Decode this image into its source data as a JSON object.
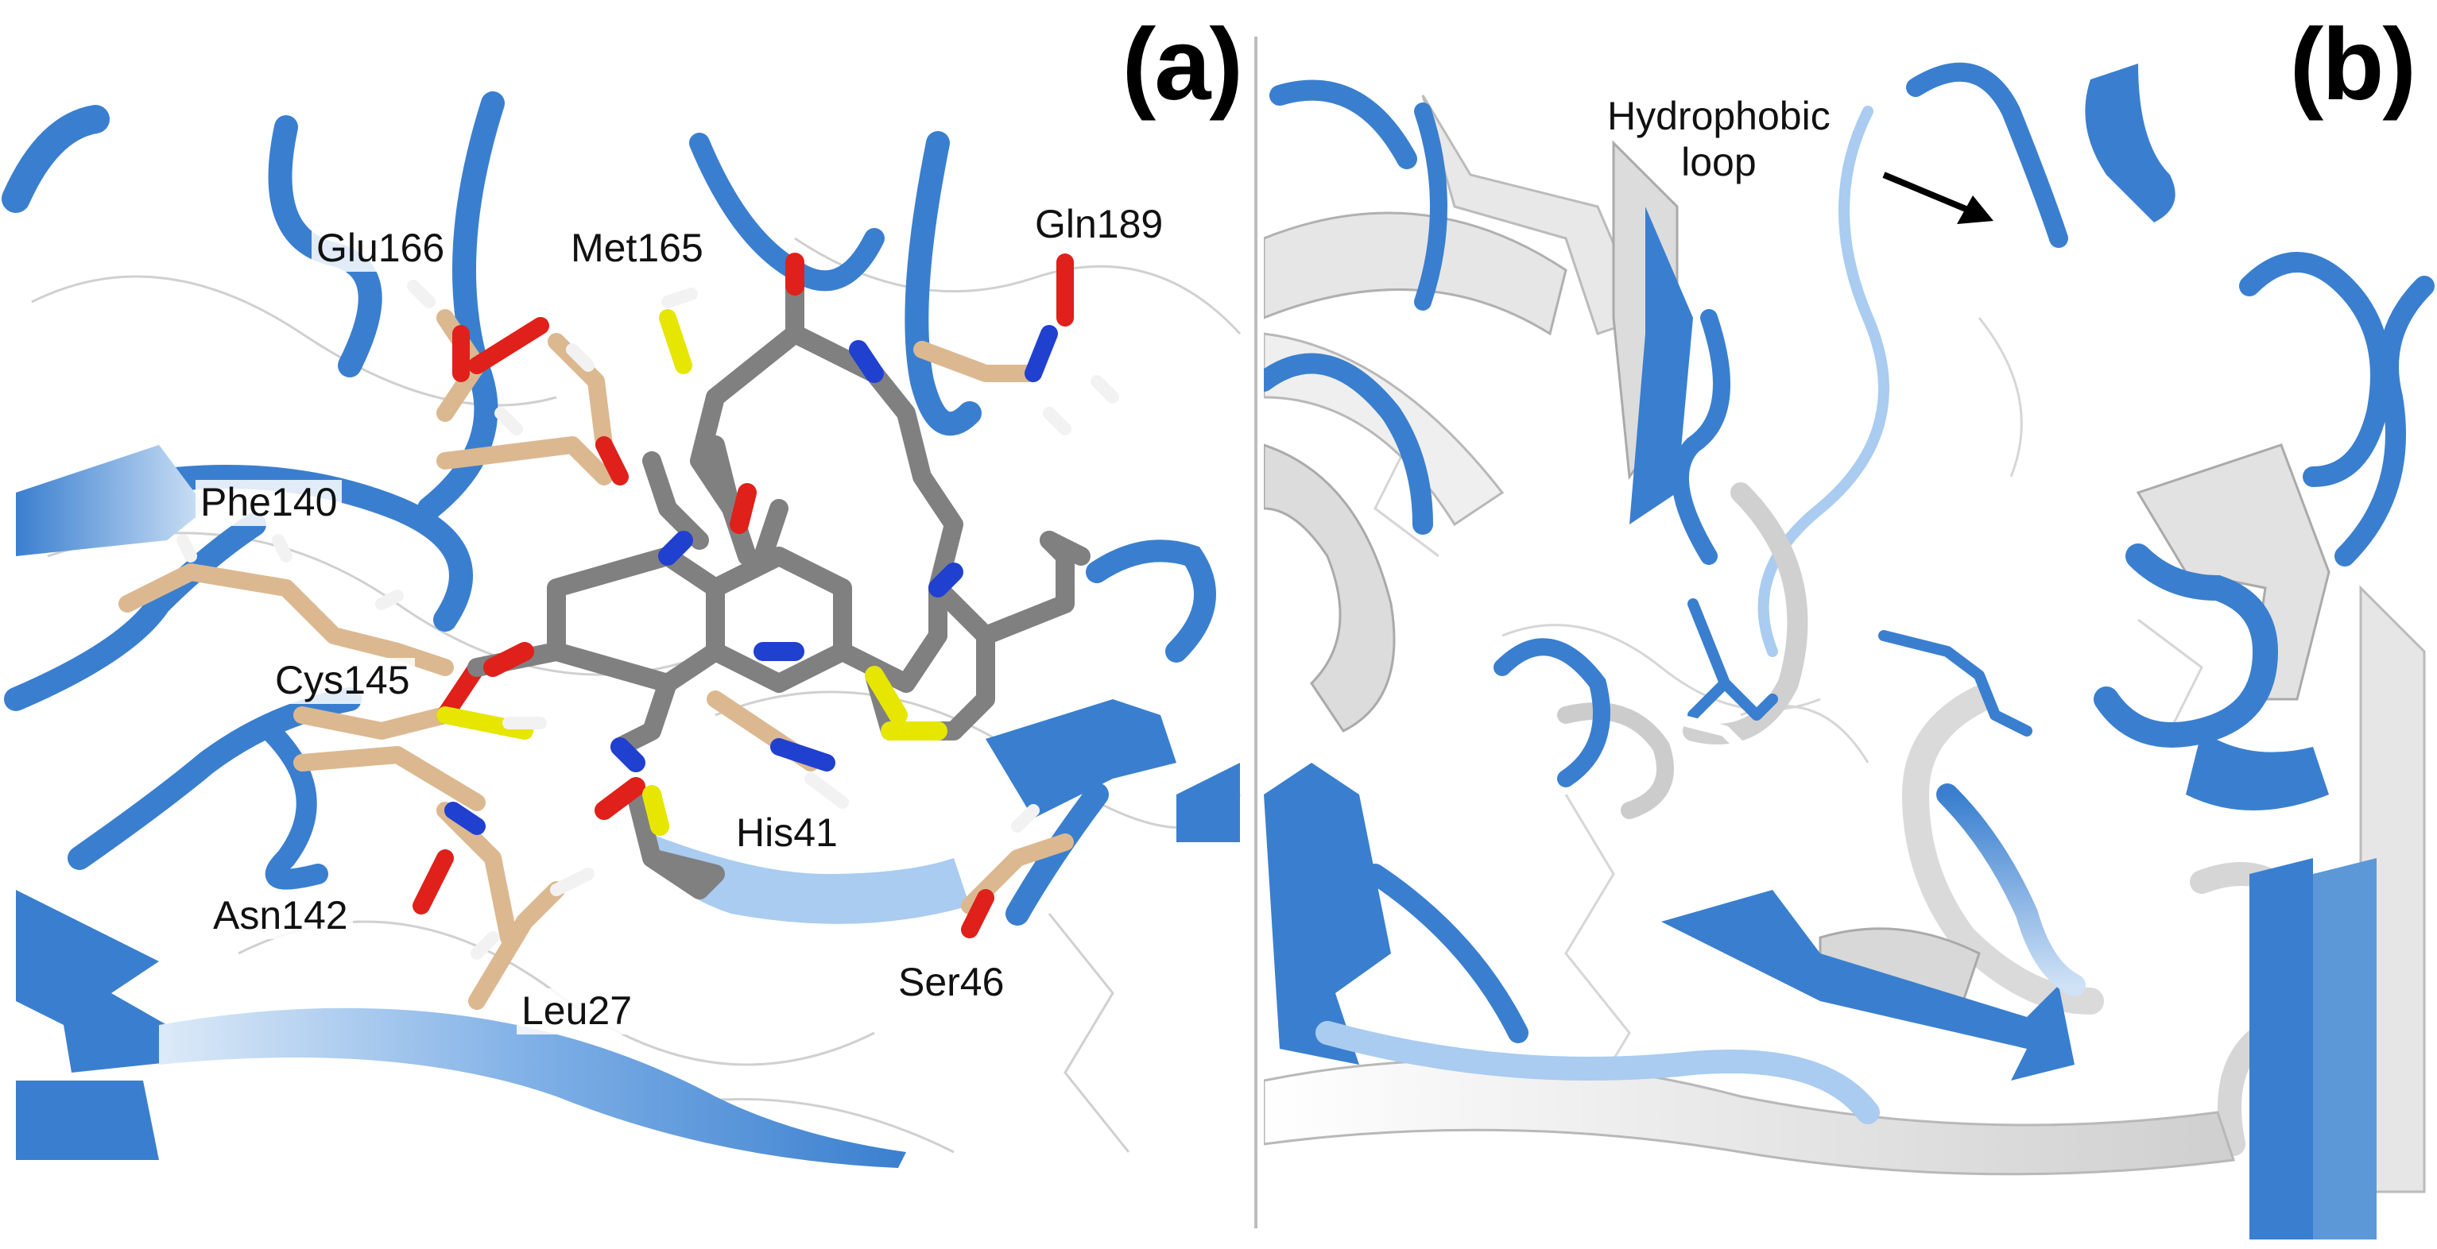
{
  "panels": {
    "a": {
      "label": "(a)",
      "residues": [
        {
          "id": "glu166",
          "text": "Glu166"
        },
        {
          "id": "met165",
          "text": "Met165"
        },
        {
          "id": "gln189",
          "text": "Gln189"
        },
        {
          "id": "phe140",
          "text": "Phe140"
        },
        {
          "id": "cys145",
          "text": "Cys145"
        },
        {
          "id": "his41",
          "text": "His41"
        },
        {
          "id": "asn142",
          "text": "Asn142"
        },
        {
          "id": "leu27",
          "text": "Leu27"
        },
        {
          "id": "ser46",
          "text": "Ser46"
        }
      ]
    },
    "b": {
      "label": "(b)",
      "annotation": {
        "line1": "Hydrophobic",
        "line2": "loop"
      }
    }
  },
  "colors": {
    "ribbon_blue": "#3a7fcf",
    "ribbon_light": "#a9ccf0",
    "ribbon_white": "#e6e6e6",
    "carbon_ligand": "#808080",
    "carbon_residue": "#dcb890",
    "oxygen": "#e0201a",
    "nitrogen": "#2040d0",
    "sulfur": "#e6e600",
    "hydrogen": "#f2f2f2"
  }
}
